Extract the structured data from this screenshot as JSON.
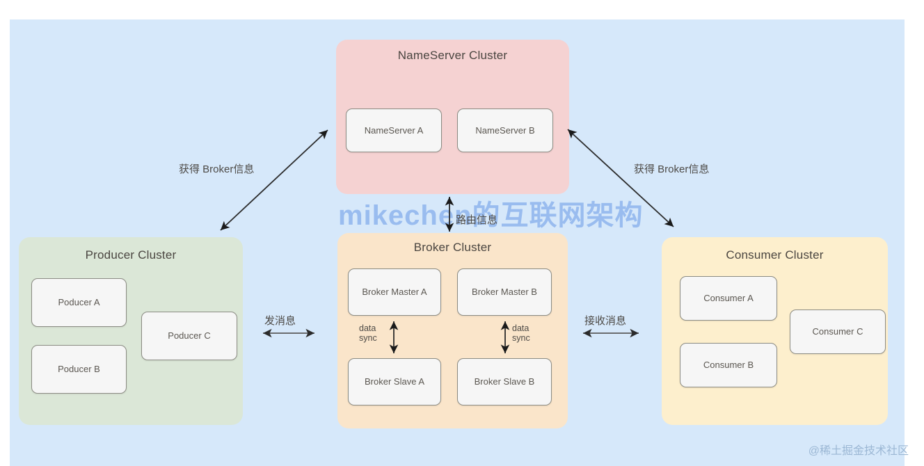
{
  "diagram": {
    "type": "architecture-diagram",
    "background_color": "#d6e8fa",
    "watermark": "mikechen的互联网架构",
    "credit": "@稀土掘金技术社区",
    "clusters": [
      {
        "id": "nameserver",
        "title": "NameServer Cluster",
        "color": "#f5d2d2",
        "nodes": [
          {
            "label": "NameServer A"
          },
          {
            "label": "NameServer B"
          }
        ]
      },
      {
        "id": "producer",
        "title": "Producer Cluster",
        "color": "#dbe7d7",
        "nodes": [
          {
            "label": "Poducer A"
          },
          {
            "label": "Poducer B"
          },
          {
            "label": "Poducer C"
          }
        ]
      },
      {
        "id": "broker",
        "title": "Broker Cluster",
        "color": "#fae5ca",
        "nodes": [
          {
            "label": "Broker Master A"
          },
          {
            "label": "Broker Master B"
          },
          {
            "label": "Broker Slave A"
          },
          {
            "label": "Broker Slave B"
          }
        ],
        "internal_links": [
          {
            "label_line1": "data",
            "label_line2": "sync"
          },
          {
            "label_line1": "data",
            "label_line2": "sync"
          }
        ]
      },
      {
        "id": "consumer",
        "title": "Consumer Cluster",
        "color": "#fdefcd",
        "nodes": [
          {
            "label": "Consumer A"
          },
          {
            "label": "Consumer  B"
          },
          {
            "label": "Consumer C"
          }
        ]
      }
    ],
    "connections": [
      {
        "id": "producer-nameserver",
        "label": "获得 Broker信息",
        "style": "double-arrow"
      },
      {
        "id": "consumer-nameserver",
        "label": "获得 Broker信息",
        "style": "double-arrow"
      },
      {
        "id": "broker-nameserver",
        "label": "路由信息",
        "style": "double-arrow"
      },
      {
        "id": "producer-broker",
        "label": "发消息",
        "style": "double-arrow"
      },
      {
        "id": "broker-consumer",
        "label": "接收消息",
        "style": "double-arrow"
      }
    ]
  }
}
